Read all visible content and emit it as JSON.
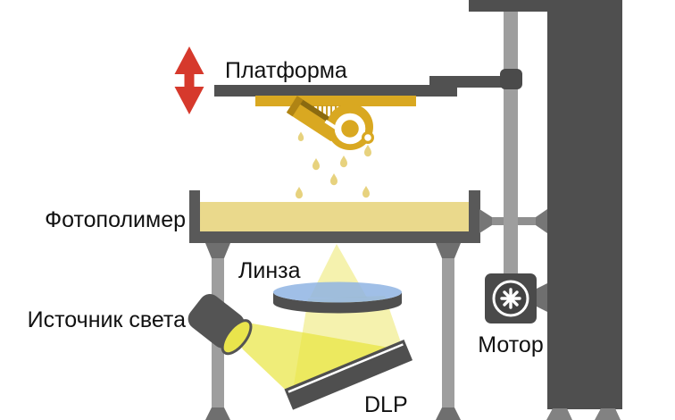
{
  "diagram": {
    "type": "dlp-sla-3d-printer-schematic",
    "labels": {
      "platform": "Платформа",
      "photopolymer": "Фотополимер",
      "lens": "Линза",
      "light_source": "Источник света",
      "dlp": "DLP",
      "motor": "Мотор"
    },
    "colors": {
      "frame_dark": "#4f4f4f",
      "vat_dark": "#595959",
      "rail_gray": "#9e9e9e",
      "connector_gray": "#6f6f6f",
      "arrow_red": "#d6392c",
      "gold": "#d9a821",
      "gold_dark": "#8a6a10",
      "resin_pale": "#ead98c",
      "drip": "#e7d27e",
      "beam_bright": "#e7e43a",
      "beam_pale": "#ece65e",
      "lens_blue": "#8fb4e3",
      "text": "#111111"
    }
  }
}
